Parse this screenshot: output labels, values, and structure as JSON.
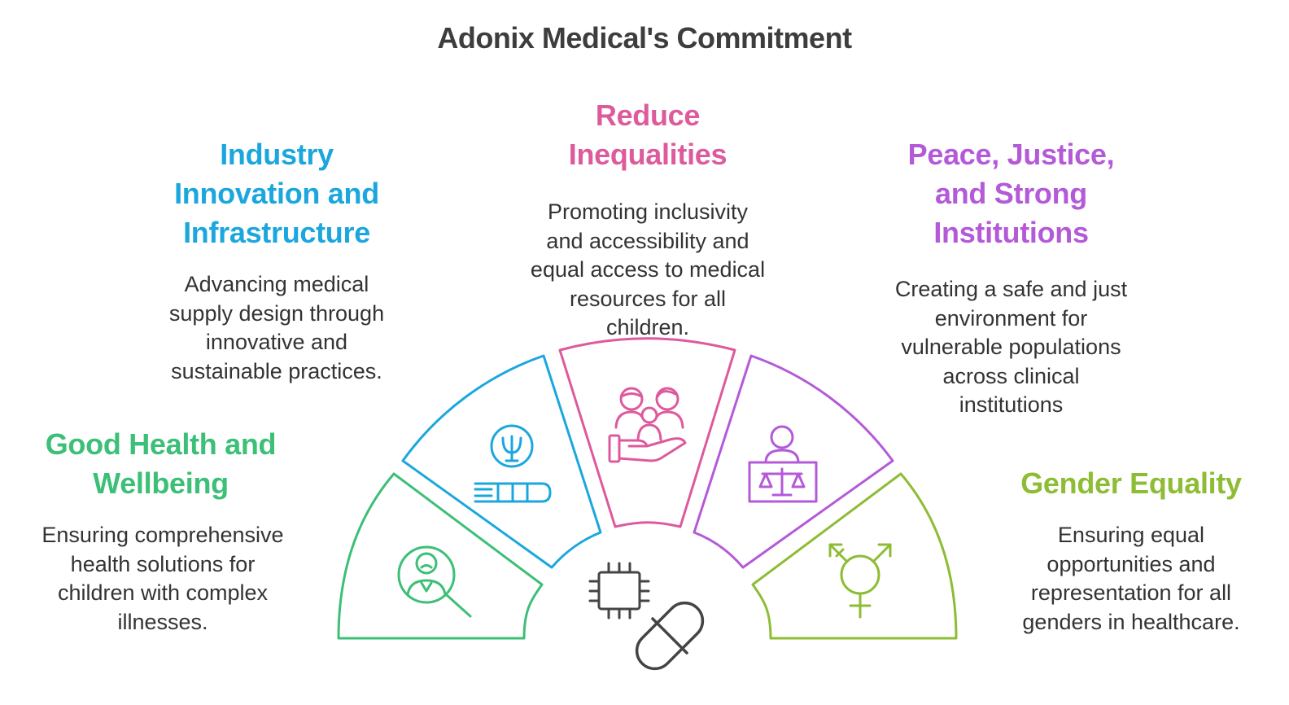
{
  "title": "Adonix Medical's Commitment",
  "colors": {
    "title": "#3d3d3d",
    "text": "#333333",
    "green": "#3cbf76",
    "blue": "#1ba7de",
    "pink": "#dd5a9c",
    "purple": "#b45ad8",
    "lime": "#8dbd35",
    "center_icons": "#444444"
  },
  "segments": [
    {
      "id": "good-health",
      "heading": "Good Health and Wellbeing",
      "heading_lines": [
        "Good Health and",
        "Wellbeing"
      ],
      "description": "Ensuring comprehensive health solutions for children with complex illnesses.",
      "description_lines": [
        "Ensuring comprehensive",
        "health solutions for",
        "children with complex",
        "illnesses."
      ],
      "icon": "person-search-icon"
    },
    {
      "id": "industry",
      "heading": "Industry Innovation and Infrastructure",
      "heading_lines": [
        "Industry",
        "Innovation and",
        "Infrastructure"
      ],
      "description": "Advancing medical supply design through innovative and sustainable practices.",
      "description_lines": [
        "Advancing medical",
        "supply design through",
        "innovative and",
        "sustainable practices."
      ],
      "icon": "psi-conveyor-icon"
    },
    {
      "id": "reduce-inequalities",
      "heading": "Reduce Inequalities",
      "heading_lines": [
        "Reduce",
        "Inequalities"
      ],
      "description": "Promoting inclusivity and accessibility and equal access to medical resources for all children.",
      "description_lines": [
        "Promoting inclusivity",
        "and accessibility and",
        "equal access to medical",
        "resources for all",
        "children."
      ],
      "icon": "family-in-hand-icon"
    },
    {
      "id": "peace-justice",
      "heading": "Peace, Justice, and Strong Institutions",
      "heading_lines": [
        "Peace, Justice,",
        "and Strong",
        "Institutions"
      ],
      "description": "Creating a safe and just environment for vulnerable populations across clinical institutions",
      "description_lines": [
        "Creating a safe and just",
        "environment for",
        "vulnerable populations",
        "across clinical",
        "institutions"
      ],
      "icon": "judge-scales-icon"
    },
    {
      "id": "gender-equality",
      "heading": "Gender Equality",
      "heading_lines": [
        "Gender Equality"
      ],
      "description": "Ensuring equal opportunities and representation for all genders in healthcare.",
      "description_lines": [
        "Ensuring equal",
        "opportunities and",
        "representation for all",
        "genders in healthcare."
      ],
      "icon": "transgender-symbol-icon"
    }
  ],
  "center_icons": [
    "microchip-icon",
    "capsule-pill-icon"
  ]
}
